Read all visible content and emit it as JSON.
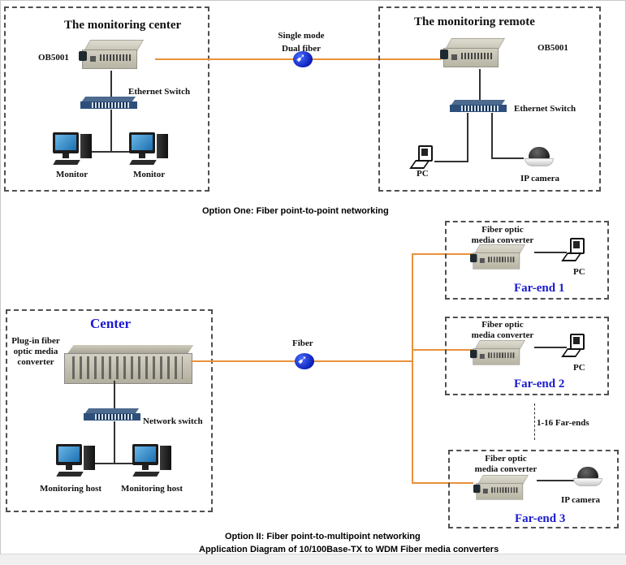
{
  "option_one": {
    "center_box": {
      "title": "The monitoring center",
      "device_label": "OB5001",
      "switch_label": "Ethernet  Switch",
      "monitor_labels": [
        "Monitor",
        "Monitor"
      ]
    },
    "link": {
      "label_line1": "Single mode",
      "label_line2": "Dual fiber"
    },
    "remote_box": {
      "title": "The monitoring remote",
      "device_label": "OB5001",
      "switch_label": "Ethernet  Switch",
      "pc_label": "PC",
      "camera_label": "IP camera"
    },
    "caption": "Option One: Fiber point-to-point networking"
  },
  "option_two": {
    "center_box": {
      "title": "Center",
      "chassis_label_lines": [
        "Plug-in fiber",
        "optic media",
        "converter"
      ],
      "switch_label": "Network switch",
      "host_labels": [
        "Monitoring host",
        "Monitoring host"
      ]
    },
    "link": {
      "label": "Fiber"
    },
    "far_ends": [
      {
        "title": "Far-end 1",
        "converter_label_lines": [
          "Fiber optic",
          "media converter"
        ],
        "device_label": "PC"
      },
      {
        "title": "Far-end 2",
        "converter_label_lines": [
          "Fiber optic",
          "media converter"
        ],
        "device_label": "PC"
      },
      {
        "title": "Far-end 3",
        "converter_label_lines": [
          "Fiber optic",
          "media converter"
        ],
        "device_label": "IP camera"
      }
    ],
    "range_note": "1-16 Far-ends",
    "caption": "Option II: Fiber point-to-multipoint networking"
  },
  "footer_caption": "Application Diagram of 10/100Base-TX to WDM Fiber media converters",
  "colors": {
    "fiber_line": "#e8923a",
    "far_end_title": "#1a1ad0",
    "fiber_symbol": "#0b1fb8"
  }
}
